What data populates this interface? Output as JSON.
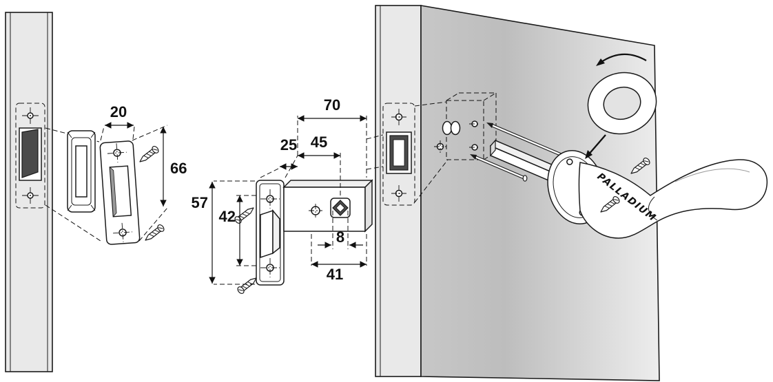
{
  "diagram": {
    "brand": "PALLADIUM",
    "dims": {
      "strike_plate_width_mm": "20",
      "strike_plate_height_mm": "66",
      "latch_overall_length_mm": "70",
      "backset_mm": "45",
      "faceplate_width_mm": "25",
      "faceplate_height_mm": "57",
      "case_height_mm": "42",
      "spindle_square_mm": "8",
      "case_length_mm": "41"
    }
  }
}
